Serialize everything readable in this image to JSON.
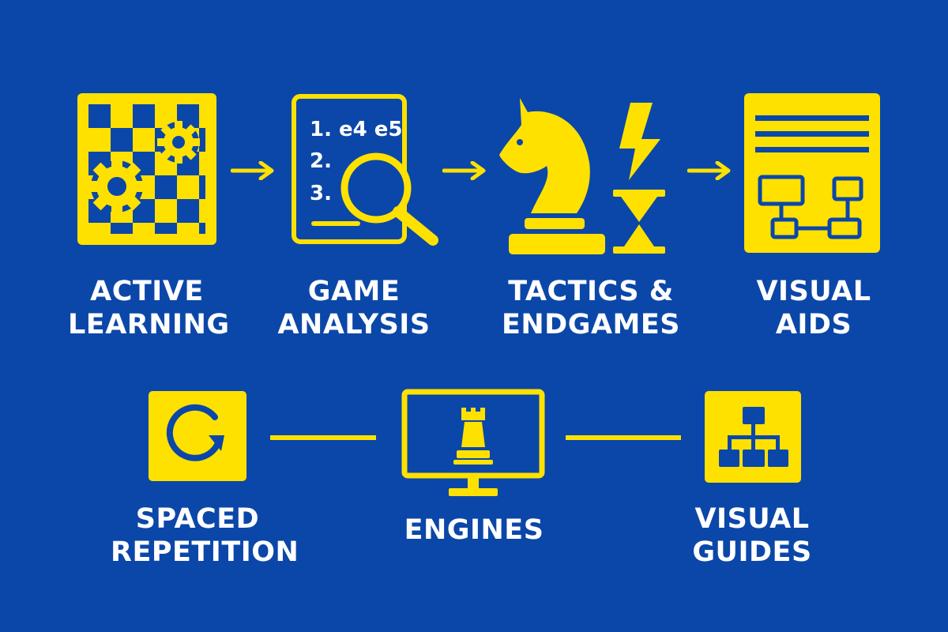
{
  "colors": {
    "background": "#0b47a8",
    "accent": "#ffe100",
    "text": "#ffffff"
  },
  "top_row": {
    "steps": [
      {
        "icon": "chessboard-gears-icon",
        "line1": "ACTIVE",
        "line2": "LEARNING"
      },
      {
        "icon": "notation-magnifier-icon",
        "line1": "GAME",
        "line2": "ANALYSIS",
        "notation": [
          "1. e4 e5",
          "2.",
          "3."
        ]
      },
      {
        "icon": "knight-lightning-hourglass-icon",
        "line1": "TACTICS &",
        "line2": "ENDGAMES"
      },
      {
        "icon": "document-flowchart-icon",
        "line1": "VISUAL",
        "line2": "AIDS"
      }
    ]
  },
  "bottom_row": {
    "items": [
      {
        "icon": "refresh-cycle-icon",
        "line1": "SPACED",
        "line2": "REPETITION"
      },
      {
        "icon": "monitor-rook-icon",
        "line1": "ENGINES"
      },
      {
        "icon": "hierarchy-chart-icon",
        "line1": "VISUAL",
        "line2": "GUIDES"
      }
    ]
  }
}
